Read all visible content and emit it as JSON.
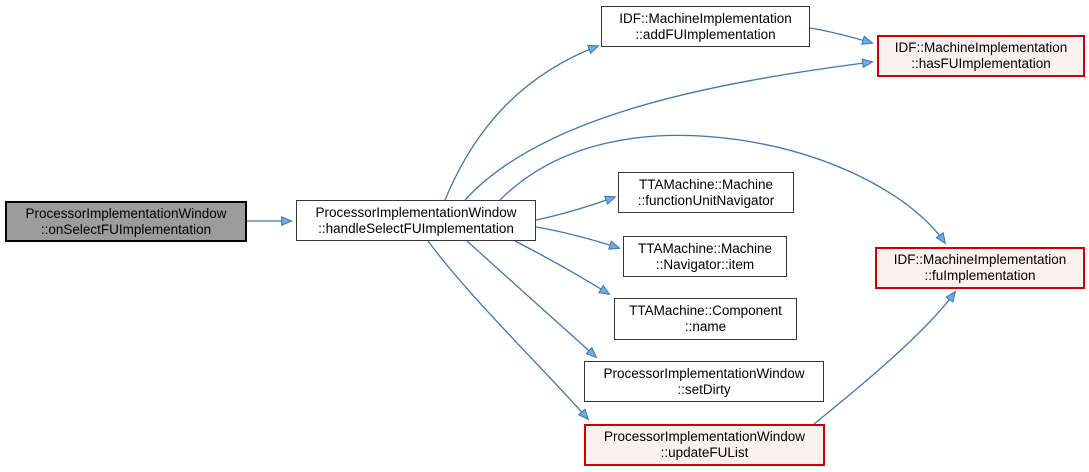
{
  "diagram": {
    "type": "call-graph",
    "nodes": [
      {
        "id": "onSelectFUImplementation",
        "line1": "ProcessorImplementationWindow",
        "line2": "::onSelectFUImplementation",
        "role": "focus"
      },
      {
        "id": "handleSelectFUImplementation",
        "line1": "ProcessorImplementationWindow",
        "line2": "::handleSelectFUImplementation",
        "role": "default"
      },
      {
        "id": "addFUImplementation",
        "line1": "IDF::MachineImplementation",
        "line2": "::addFUImplementation",
        "role": "default"
      },
      {
        "id": "hasFUImplementation",
        "line1": "IDF::MachineImplementation",
        "line2": "::hasFUImplementation",
        "role": "highlighted-red"
      },
      {
        "id": "functionUnitNavigator",
        "line1": "TTAMachine::Machine",
        "line2": "::functionUnitNavigator",
        "role": "default"
      },
      {
        "id": "navigatorItem",
        "line1": "TTAMachine::Machine",
        "line2": "::Navigator::item",
        "role": "default"
      },
      {
        "id": "componentName",
        "line1": "TTAMachine::Component",
        "line2": "::name",
        "role": "default"
      },
      {
        "id": "setDirty",
        "line1": "ProcessorImplementationWindow",
        "line2": "::setDirty",
        "role": "default"
      },
      {
        "id": "updateFUList",
        "line1": "ProcessorImplementationWindow",
        "line2": "::updateFUList",
        "role": "highlighted-red"
      },
      {
        "id": "fuImplementation",
        "line1": "IDF::MachineImplementation",
        "line2": "::fuImplementation",
        "role": "highlighted-red"
      }
    ],
    "edges": [
      {
        "from": "onSelectFUImplementation",
        "to": "handleSelectFUImplementation"
      },
      {
        "from": "handleSelectFUImplementation",
        "to": "addFUImplementation"
      },
      {
        "from": "addFUImplementation",
        "to": "hasFUImplementation"
      },
      {
        "from": "handleSelectFUImplementation",
        "to": "hasFUImplementation"
      },
      {
        "from": "handleSelectFUImplementation",
        "to": "fuImplementation"
      },
      {
        "from": "handleSelectFUImplementation",
        "to": "functionUnitNavigator"
      },
      {
        "from": "handleSelectFUImplementation",
        "to": "navigatorItem"
      },
      {
        "from": "handleSelectFUImplementation",
        "to": "componentName"
      },
      {
        "from": "handleSelectFUImplementation",
        "to": "setDirty"
      },
      {
        "from": "handleSelectFUImplementation",
        "to": "updateFUList"
      },
      {
        "from": "updateFUList",
        "to": "fuImplementation"
      }
    ],
    "colors": {
      "edge": "#3b78b5",
      "arrowhead_fill": "#72abdf",
      "node_fill": "#ffffff",
      "node_border": "#35363a",
      "focus_fill": "#9c9c9c",
      "red_border": "#d40000",
      "red_fill": "#fbf0f0",
      "text": "#000000"
    }
  }
}
